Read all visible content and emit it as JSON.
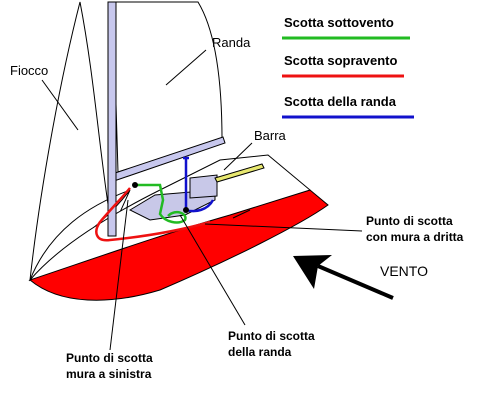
{
  "labels": {
    "fiocco": "Fiocco",
    "randa": "Randa",
    "barra": "Barra",
    "vento": "VENTO"
  },
  "legend": [
    {
      "label": "Scotta sottovento",
      "color": "#22bb22"
    },
    {
      "label": "Scotta sopravento",
      "color": "#ee1111"
    },
    {
      "label": "Scotta della randa",
      "color": "#1111cc"
    }
  ],
  "callouts": {
    "dritta": [
      "Punto di scotta",
      "con mura a dritta"
    ],
    "randa": [
      "Punto di scotta",
      "della randa"
    ],
    "sinistra": [
      "Punto di scotta",
      "mura a sinistra"
    ]
  },
  "colors": {
    "hull": "#ff0000",
    "deck": "#ffffff",
    "cockpit": "#c8c8e8",
    "mast": "#c8c8ee",
    "wind_arrow": "#000000",
    "tiller": "#e8e870"
  }
}
